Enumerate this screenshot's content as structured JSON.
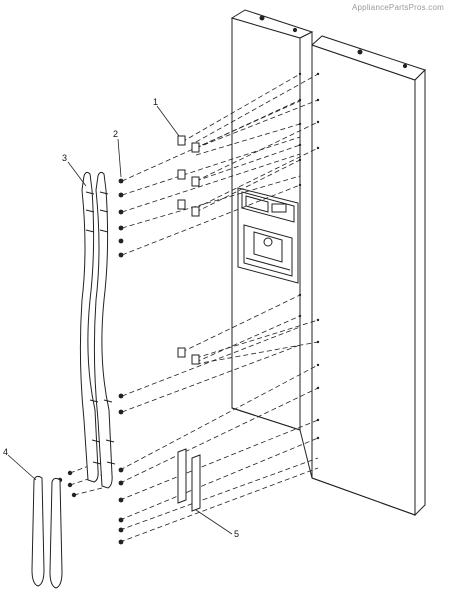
{
  "watermark": "AppliancePartsPros.com",
  "callouts": {
    "c1": "1",
    "c2": "2",
    "c3": "3",
    "c4": "4",
    "c5": "5"
  }
}
